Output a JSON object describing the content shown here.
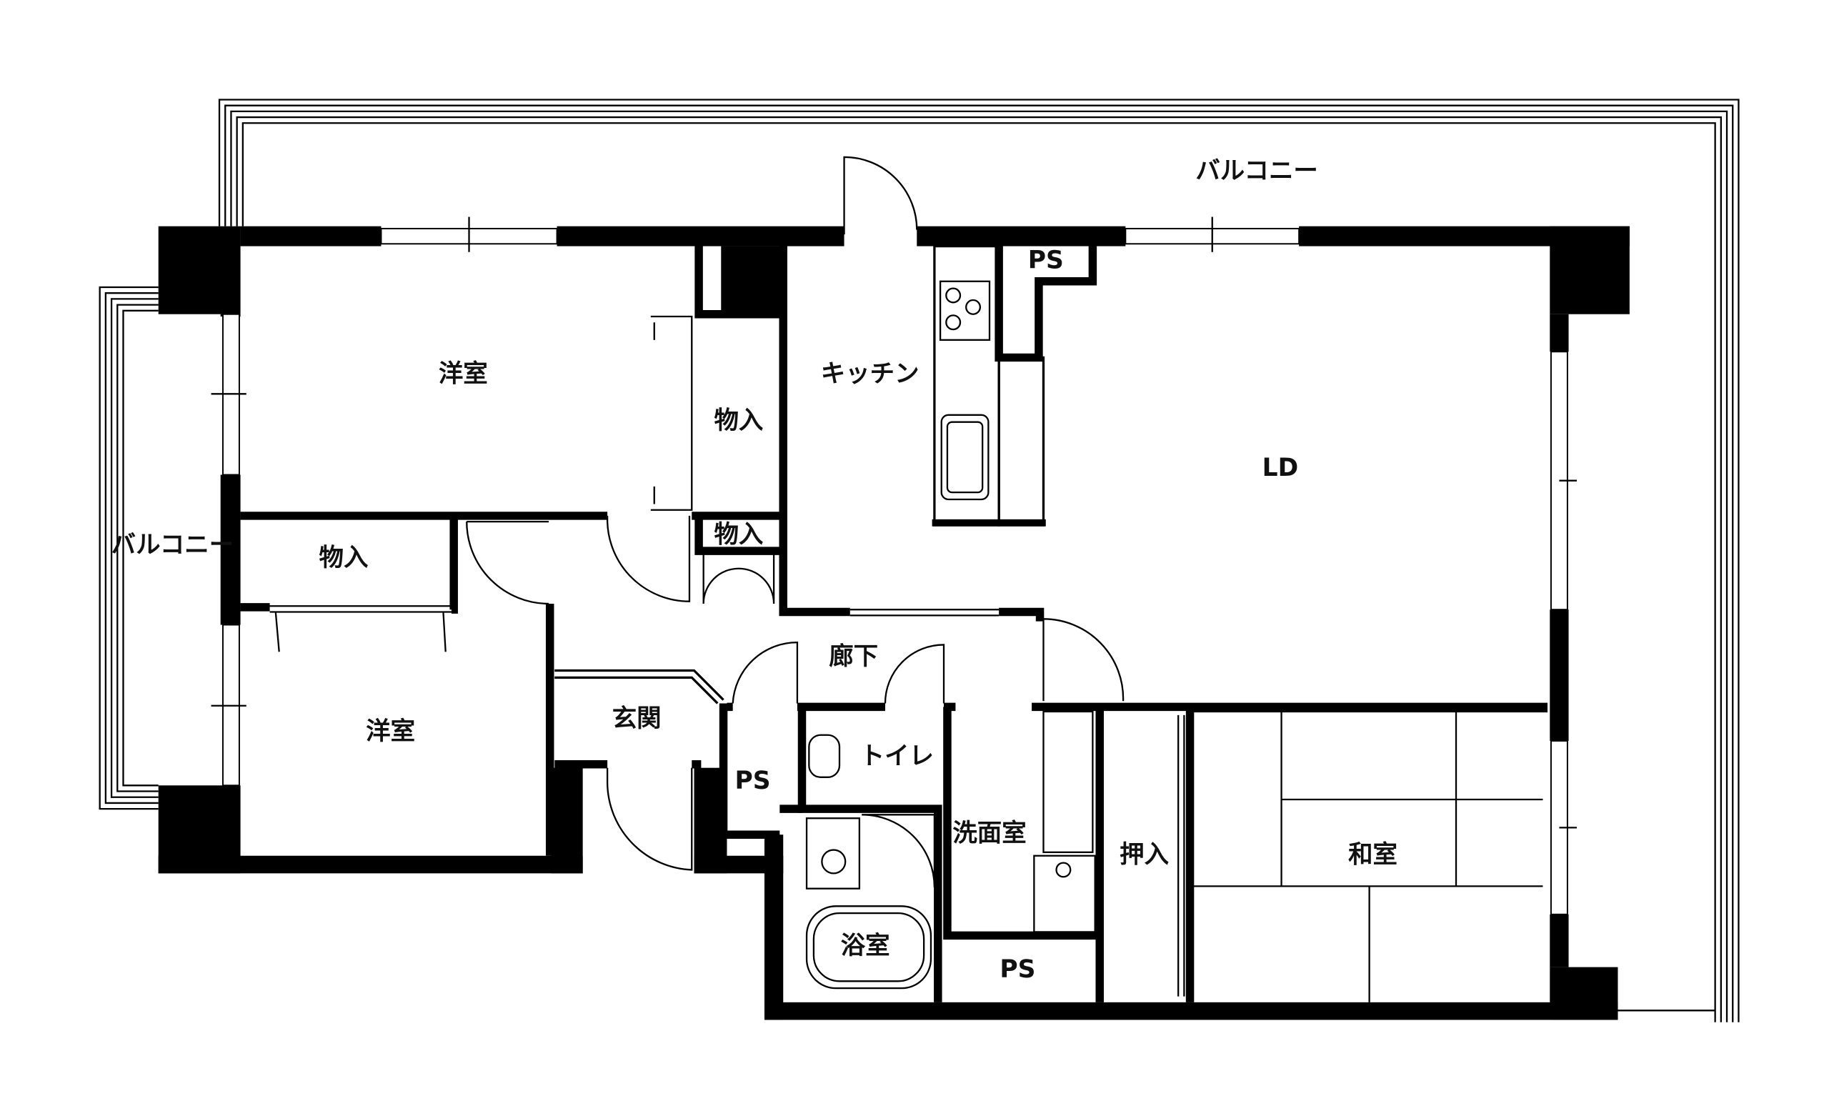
{
  "title": "Floor plan",
  "rooms": {
    "balcony_top": "バルコニー",
    "balcony_left": "バルコニー",
    "western_room_1": "洋室",
    "western_room_2": "洋室",
    "storage_1": "物入",
    "storage_2": "物入",
    "storage_3": "物入",
    "kitchen": "キッチン",
    "ps_kitchen": "PS",
    "ld": "LD",
    "hallway": "廊下",
    "entrance": "玄関",
    "toilet": "トイレ",
    "ps_entrance": "PS",
    "washroom": "洗面室",
    "closet_oshiire": "押入",
    "japanese_room": "和室",
    "bathroom": "浴室",
    "ps_bath": "PS"
  }
}
